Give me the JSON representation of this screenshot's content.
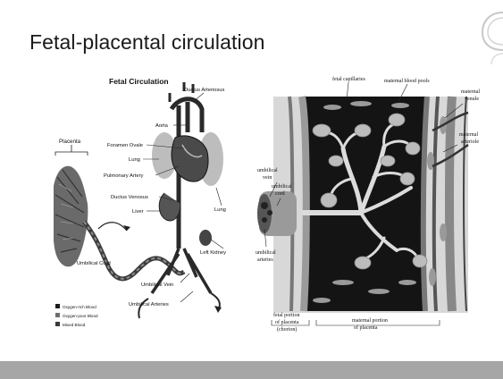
{
  "slide": {
    "title": "Fetal-placental circulation"
  },
  "left_diagram": {
    "title": "Fetal Circulation",
    "labels": {
      "placenta": "Placenta",
      "ductus_arteriosus": "Ductus Arteriosus",
      "aorta": "Aorta",
      "foramen_ovale": "Foramen Ovale",
      "lung_left": "Lung",
      "lung_right": "Lung",
      "pulmonary_artery": "Pulmonary Artery",
      "ductus_venosus": "Ductus Venosus",
      "liver": "Liver",
      "left_kidney": "Left Kidney",
      "umbilical_cord": "Umbilical Cord",
      "umbilical_vein": "Umbilical Vein",
      "umbilical_arteries": "Umbilical Arteries"
    },
    "legend": [
      {
        "label": "Oxygen-rich Blood",
        "color": "#1a1a1a"
      },
      {
        "label": "Oxygen-poor Blood",
        "color": "#6e6e6e"
      },
      {
        "label": "Mixed Blood",
        "color": "#3a3a3a"
      }
    ]
  },
  "right_diagram": {
    "labels": {
      "fetal_capillaries": "fetal capillaries",
      "maternal_blood_pools": "maternal blood pools",
      "maternal_venule_1": "maternal",
      "maternal_venule_2": "venule",
      "maternal_arteriole_1": "maternal",
      "maternal_arteriole_2": "arteriole",
      "umbilical_vein_1": "umbilical",
      "umbilical_vein_2": "vein",
      "umbilical_cord_1": "umbilical",
      "umbilical_cord_2": "cord",
      "umbilical_arteries_1": "umbilical",
      "umbilical_arteries_2": "arteries",
      "fetal_portion_1": "fetal portion",
      "fetal_portion_2": "of placenta",
      "fetal_portion_3": "(chorion)",
      "maternal_portion_1": "maternal portion",
      "maternal_portion_2": "of placenta"
    }
  },
  "colors": {
    "footer": "#a6a6a6",
    "panel_dark": "#141414",
    "tissue_light": "#d8d8d8"
  }
}
